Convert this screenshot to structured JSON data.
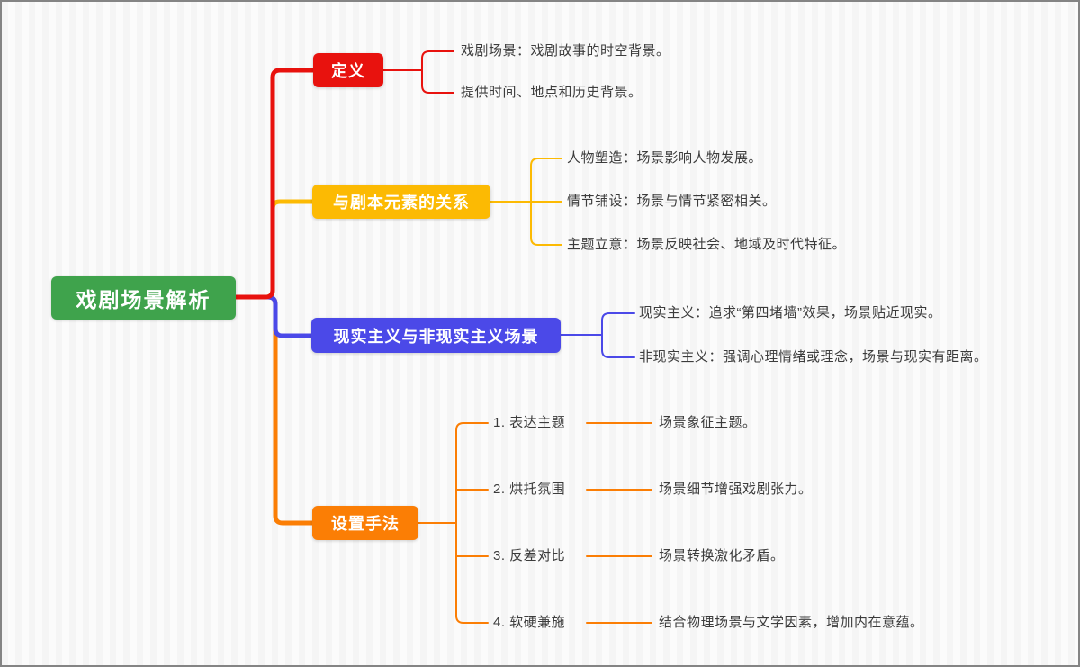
{
  "root": {
    "label": "戏剧场景解析"
  },
  "colors": {
    "root_green": "#3fa34c",
    "branch_red": "#e8120e",
    "branch_yellow": "#fcba03",
    "branch_blue": "#4b49e8",
    "branch_orange": "#fb7e05",
    "leaf_text": "#3c3c3c",
    "background_stripe_dark": "#f5f5f5",
    "background_stripe_light": "#fbfbfb"
  },
  "branches": [
    {
      "label": "定义",
      "color": "#e8120e",
      "children": [
        {
          "text": "戏剧场景：戏剧故事的时空背景。"
        },
        {
          "text": "提供时间、地点和历史背景。"
        }
      ]
    },
    {
      "label": "与剧本元素的关系",
      "color": "#fcba03",
      "children": [
        {
          "text": "人物塑造：场景影响人物发展。"
        },
        {
          "text": "情节铺设：场景与情节紧密相关。"
        },
        {
          "text": "主题立意：场景反映社会、地域及时代特征。"
        }
      ]
    },
    {
      "label": "现实主义与非现实主义场景",
      "color": "#4b49e8",
      "children": [
        {
          "text": "现实主义：追求“第四堵墙”效果，场景贴近现实。"
        },
        {
          "text": "非现实主义：强调心理情绪或理念，场景与现实有距离。"
        }
      ]
    },
    {
      "label": "设置手法",
      "color": "#fb7e05",
      "children": [
        {
          "text": "1. 表达主题",
          "child": "场景象征主题。"
        },
        {
          "text": "2. 烘托氛围",
          "child": "场景细节增强戏剧张力。"
        },
        {
          "text": "3. 反差对比",
          "child": "场景转换激化矛盾。"
        },
        {
          "text": "4. 软硬兼施",
          "child": "结合物理场景与文学因素，增加内在意蕴。"
        }
      ]
    }
  ]
}
